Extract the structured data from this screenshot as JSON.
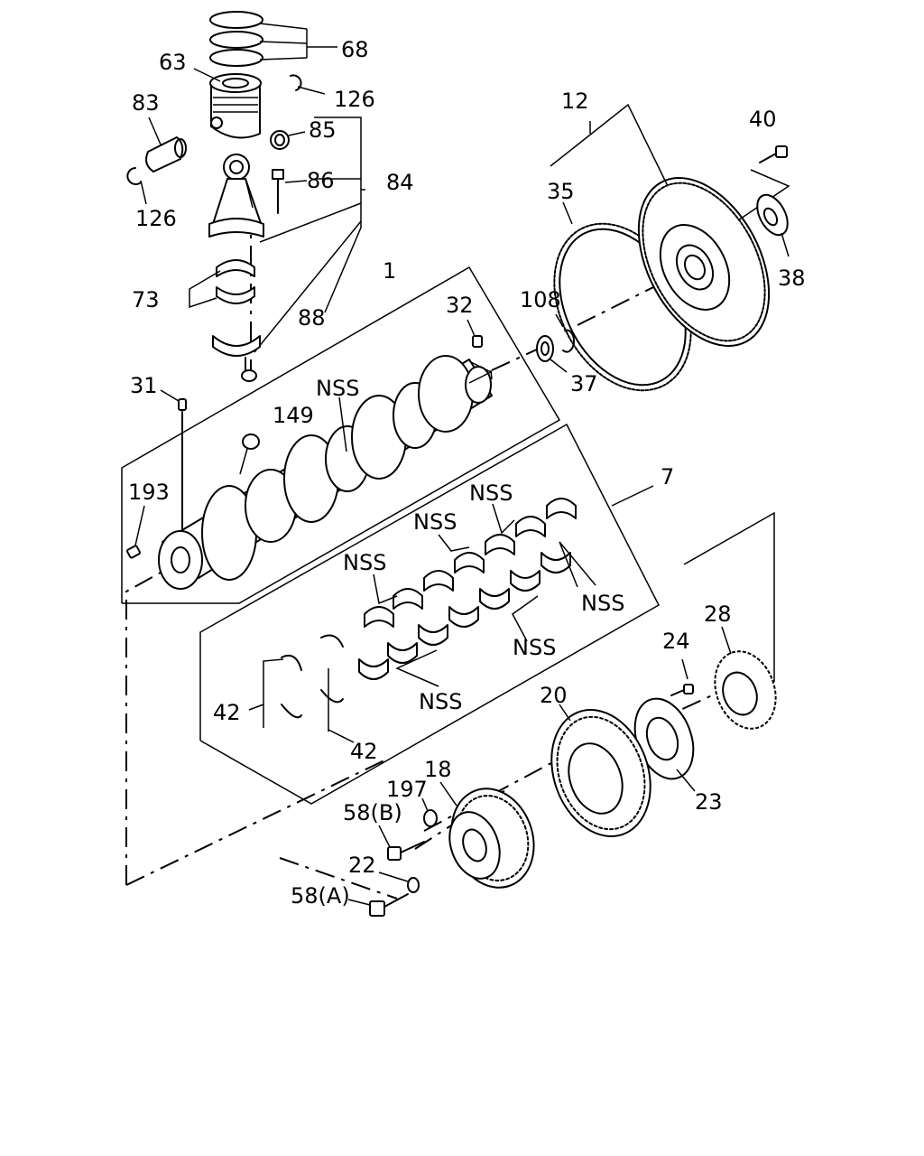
{
  "callouts": {
    "c68": "68",
    "c63": "63",
    "c126a": "126",
    "c83": "83",
    "c85": "85",
    "c86": "86",
    "c84": "84",
    "c126b": "126",
    "c73": "73",
    "c88": "88",
    "c1": "1",
    "c32": "32",
    "c31": "31",
    "c149": "149",
    "c193": "193",
    "c12": "12",
    "c35": "35",
    "c40": "40",
    "c38": "38",
    "c108": "108",
    "c37": "37",
    "c7": "7",
    "c28": "28",
    "c24": "24",
    "c20": "20",
    "c23": "23",
    "c18": "18",
    "c197": "197",
    "c58b": "58(B)",
    "c22": "22",
    "c58a": "58(A)",
    "c42a": "42",
    "c42b": "42",
    "nss1": "NSS",
    "nss2": "NSS",
    "nss3": "NSS",
    "nss4": "NSS",
    "nss5": "NSS",
    "nss6": "NSS",
    "nss7": "NSS"
  }
}
